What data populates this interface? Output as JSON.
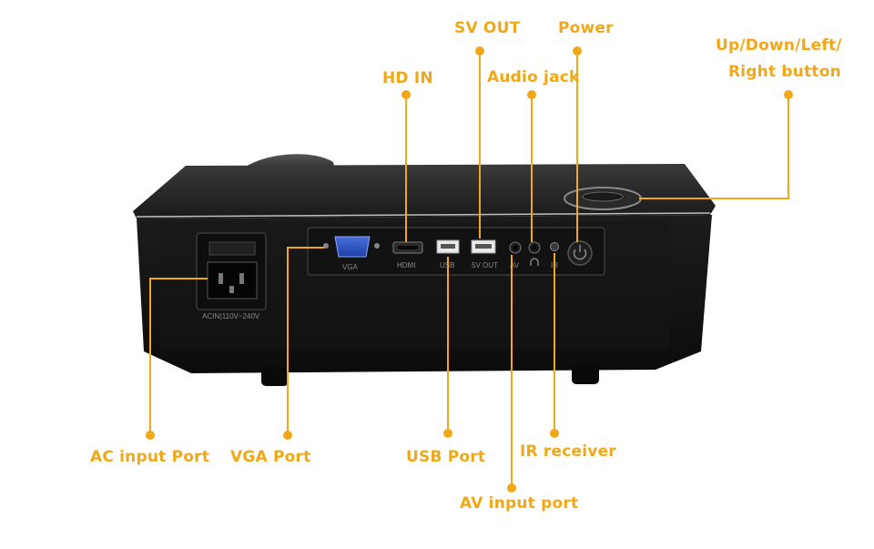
{
  "colors": {
    "callout": "#f0a818",
    "body": "#141414",
    "background": "#ffffff"
  },
  "callouts": {
    "sv_out": "SV OUT",
    "power": "Power",
    "updown": "Up/Down/Left/",
    "updown_line2": "Right button",
    "hd_in": "HD IN",
    "audio_jack": "Audio jack",
    "ac_input": "AC input Port",
    "vga_port": "VGA Port",
    "usb_port": "USB Port",
    "ir_receiver": "IR receiver",
    "av_input": "AV input port"
  },
  "panel_labels": {
    "vga": "VGA",
    "hdmi": "HDMI",
    "usb": "USB",
    "sv_out": "5V OUT",
    "av": "AV",
    "ir": "IR",
    "ac_rating": "ACIN(110V~240V"
  },
  "icons": {
    "power_button": "power-icon",
    "audio": "headphone-icon"
  }
}
